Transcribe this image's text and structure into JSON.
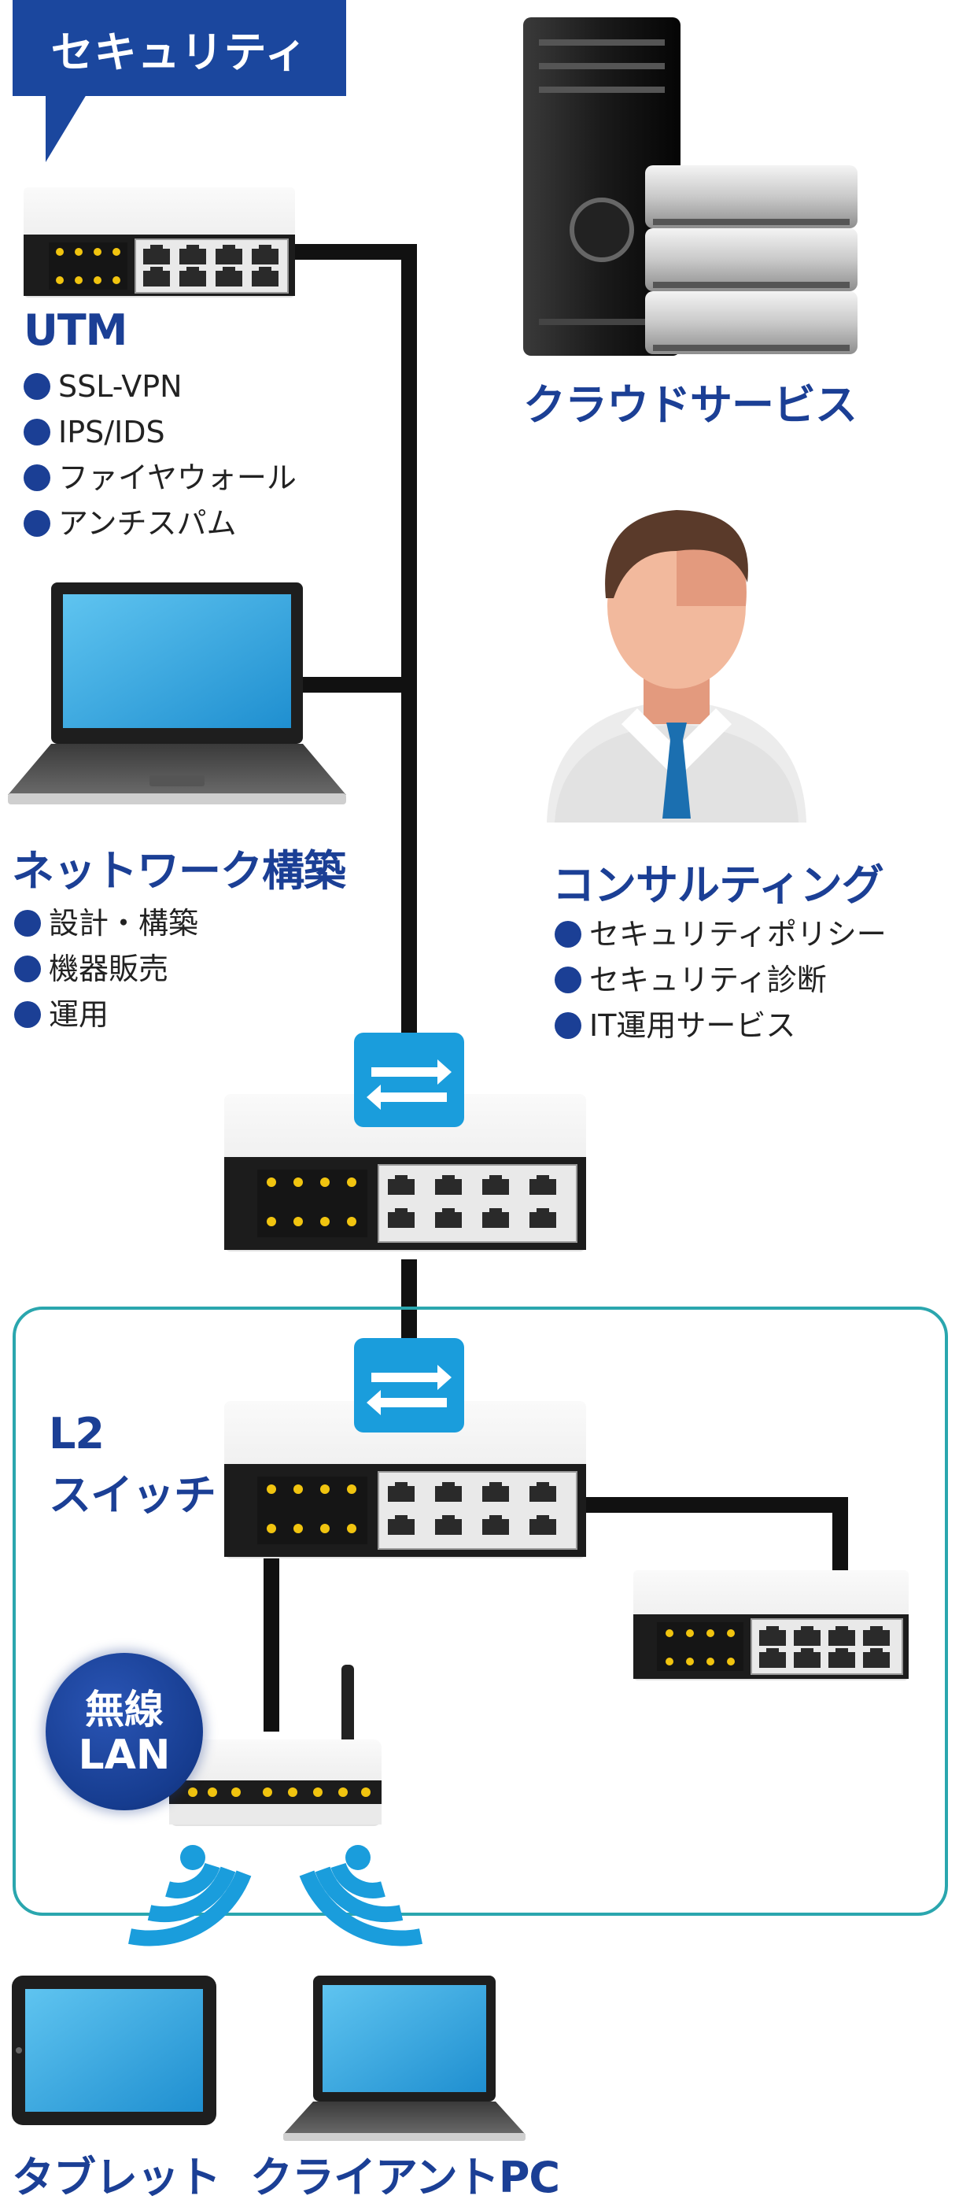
{
  "security_tag": "セキュリティ",
  "utm": {
    "title": "UTM",
    "items": [
      "SSL-VPN",
      "IPS/IDS",
      "ファイヤウォール",
      "アンチスパム"
    ]
  },
  "cloud": {
    "title": "クラウドサービス"
  },
  "network": {
    "title": "ネットワーク構築",
    "items": [
      "設計・構築",
      "機器販売",
      "運用"
    ]
  },
  "consulting": {
    "title": "コンサルティング",
    "items": [
      "セキュリティポリシー",
      "セキュリティ診断",
      "IT運用サービス"
    ]
  },
  "l2_switch": {
    "title_line1": "L2",
    "title_line2": "スイッチ"
  },
  "wireless_lan": {
    "line1": "無線",
    "line2": "LAN"
  },
  "tablet": {
    "title": "タブレット"
  },
  "client_pc": {
    "title": "クライアントPC"
  },
  "colors": {
    "brand_blue": "#1b3f95",
    "switch_icon_blue": "#1a9ddc",
    "zone_border_teal": "#2aa6ae",
    "cable_black": "#111111"
  }
}
